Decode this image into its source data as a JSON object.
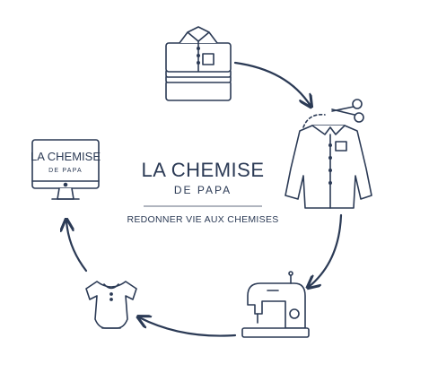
{
  "brand": {
    "title": "LA CHEMISE",
    "subtitle": "DE PAPA",
    "tagline": "REDONNER VIE AUX CHEMISES"
  },
  "screen_logo": {
    "title": "LA CHEMISE",
    "subtitle": "DE PAPA"
  },
  "icons": {
    "stack": "folded-shirts-stack-icon",
    "cut": "shirt-with-scissors-icon",
    "sew": "sewing-machine-icon",
    "baby": "baby-bodysuit-icon",
    "screen": "computer-monitor-icon"
  },
  "colors": {
    "ink": "#2b3a55"
  }
}
